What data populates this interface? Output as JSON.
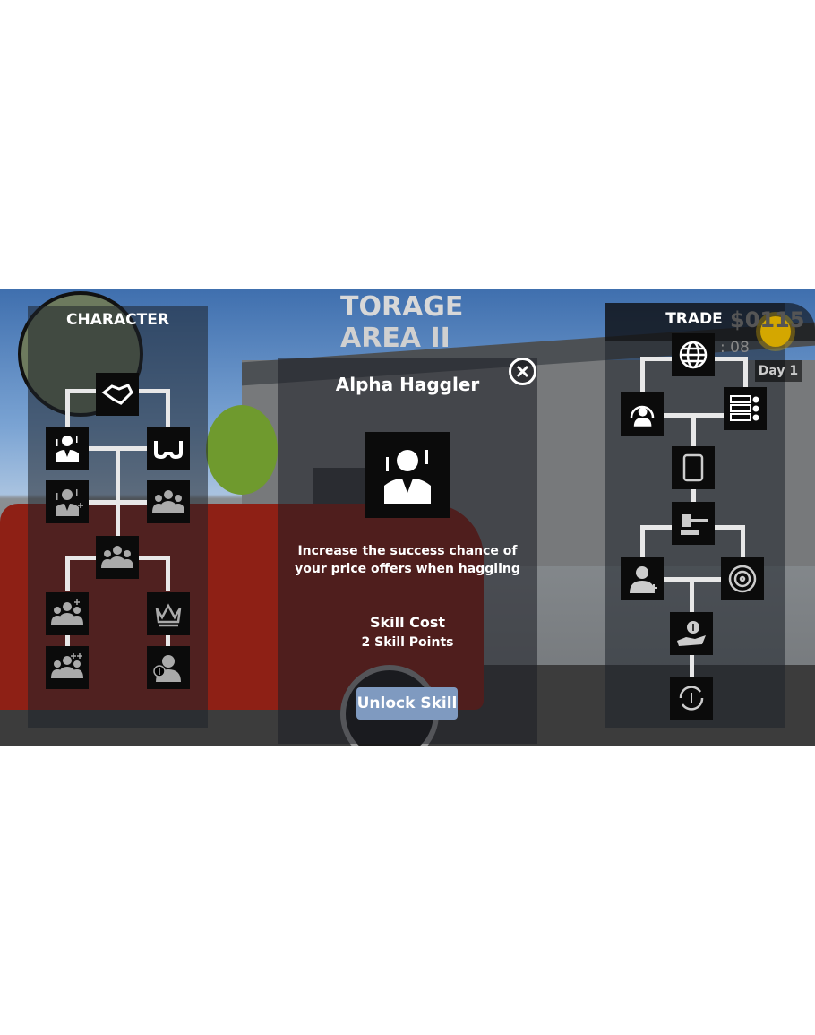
{
  "character_panel": {
    "title": "CHARACTER",
    "nodes": [
      {
        "icon": "handshake-icon",
        "state": "unlocked"
      },
      {
        "icon": "haggler-icon",
        "state": "selected"
      },
      {
        "icon": "glasses-icon",
        "state": "unlocked"
      },
      {
        "icon": "haggler-plus-icon",
        "state": "locked"
      },
      {
        "icon": "group-pin-icon",
        "state": "locked"
      },
      {
        "icon": "team-icon",
        "state": "locked"
      },
      {
        "icon": "team-plus-icon",
        "state": "locked"
      },
      {
        "icon": "crown-icon",
        "state": "locked"
      },
      {
        "icon": "team-plus-plus-icon",
        "state": "locked"
      },
      {
        "icon": "person-dollar-icon",
        "state": "locked"
      }
    ]
  },
  "trade_panel": {
    "title": "TRADE",
    "nodes": [
      {
        "icon": "globe-icon"
      },
      {
        "icon": "support-agent-icon"
      },
      {
        "icon": "reviews-icon"
      },
      {
        "icon": "tablet-icon"
      },
      {
        "icon": "gavel-icon"
      },
      {
        "icon": "person-add-icon"
      },
      {
        "icon": "target-icon"
      },
      {
        "icon": "hand-dollar-icon"
      },
      {
        "icon": "refresh-dollar-icon"
      }
    ]
  },
  "hud": {
    "money": "$0115",
    "time": ": 08",
    "day": "Day 1"
  },
  "scene_sign": {
    "line1": "TORAGE",
    "line2": "AREA II"
  },
  "skill_dialog": {
    "title": "Alpha Haggler",
    "description_line1": "Increase the success chance of",
    "description_line2": "your price offers when haggling",
    "cost_label": "Skill Cost",
    "cost_value": "2 Skill Points",
    "unlock_label": "Unlock Skill"
  },
  "colors": {
    "button": "#7f9ac0",
    "sun": "#e0b000"
  }
}
